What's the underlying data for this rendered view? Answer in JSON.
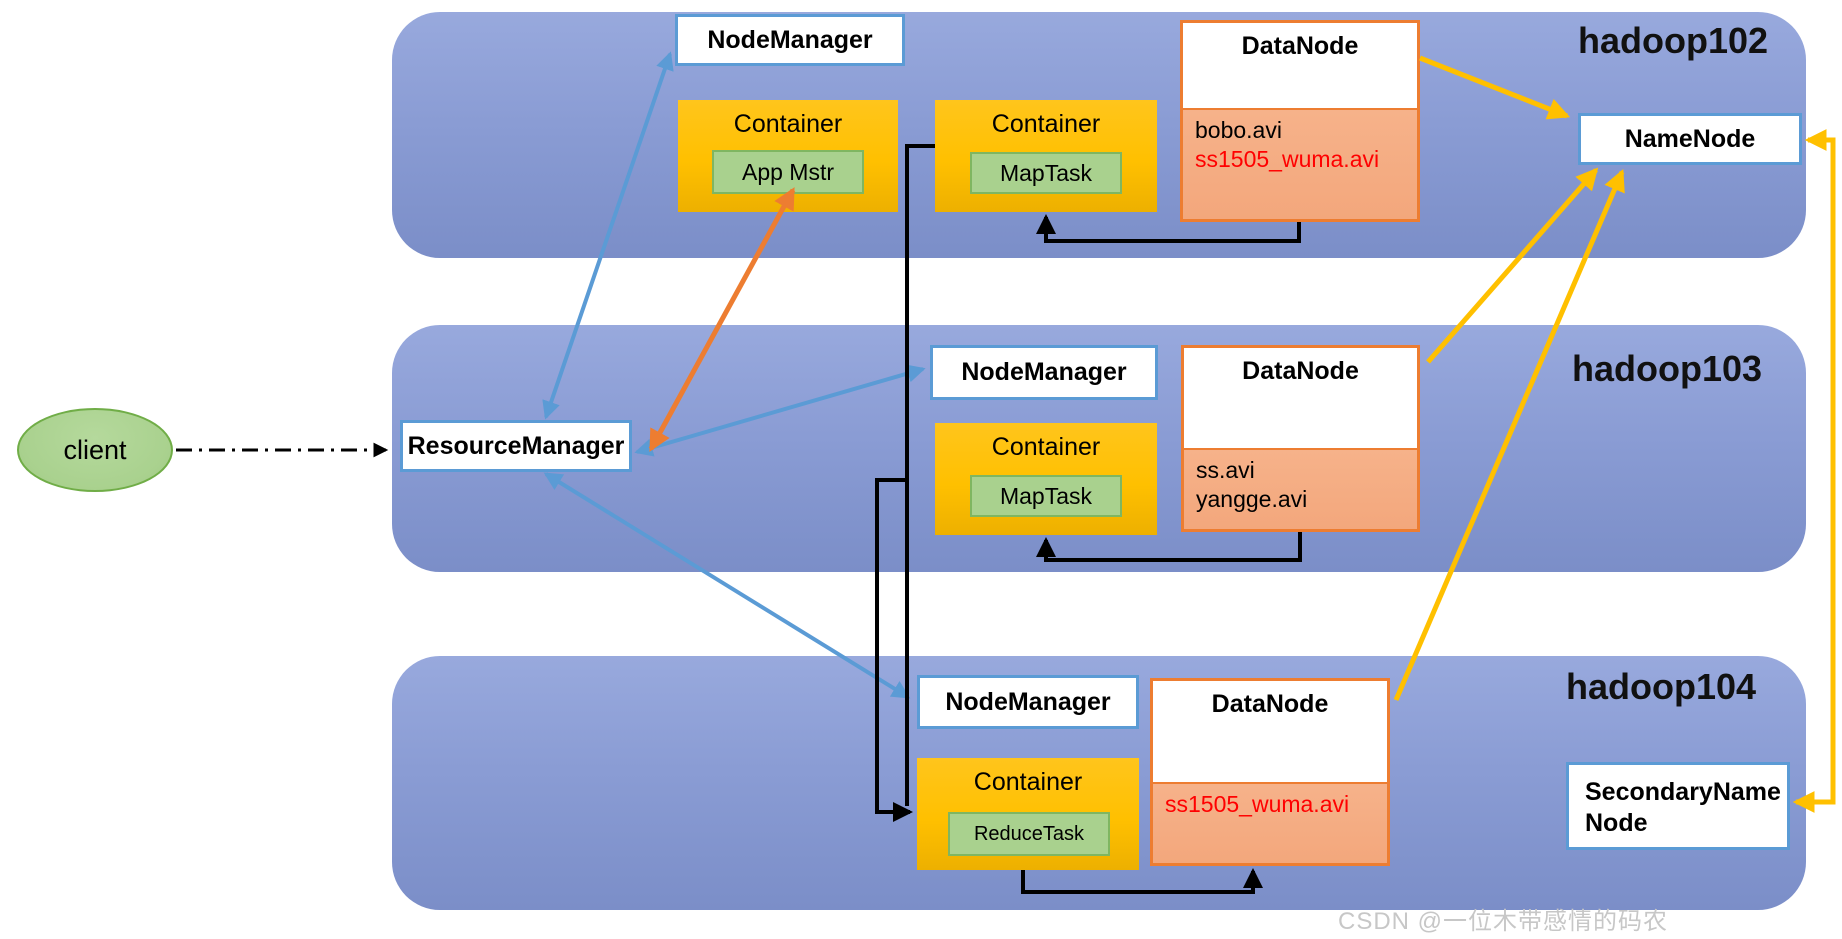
{
  "watermark": "CSDN @一位木带感情的码农",
  "client": {
    "label": "client"
  },
  "resource_manager": {
    "label": "ResourceManager"
  },
  "hadoop102": {
    "title": "hadoop102",
    "node_manager": "NodeManager",
    "app_container": {
      "label": "Container",
      "task": "App Mstr"
    },
    "map_container": {
      "label": "Container",
      "task": "MapTask"
    },
    "data_node": {
      "title": "DataNode",
      "files": [
        {
          "name": "bobo.avi",
          "color": "#000000"
        },
        {
          "name": "ss1505_wuma.avi",
          "color": "#FF0000"
        }
      ]
    },
    "name_node": "NameNode"
  },
  "hadoop103": {
    "title": "hadoop103",
    "node_manager": "NodeManager",
    "map_container": {
      "label": "Container",
      "task": "MapTask"
    },
    "data_node": {
      "title": "DataNode",
      "files": [
        {
          "name": "ss.avi",
          "color": "#000000"
        },
        {
          "name": "yangge.avi",
          "color": "#000000"
        }
      ]
    }
  },
  "hadoop104": {
    "title": "hadoop104",
    "node_manager": "NodeManager",
    "reduce_container": {
      "label": "Container",
      "task": "ReduceTask"
    },
    "data_node": {
      "title": "DataNode",
      "files": [
        {
          "name": "ss1505_wuma.avi",
          "color": "#FF0000"
        }
      ]
    },
    "secondary_name_node": "SecondaryNameNode"
  },
  "colors": {
    "band": "#8A9CD4",
    "node_border": "#5B9BD5",
    "container_fill": "#FFC000",
    "task_fill": "#A9D18E",
    "datanode_border": "#ED7D31",
    "datanode_body": "#F3A77C",
    "client_fill": "#A9D18E",
    "arrow_blue": "#5B9BD5",
    "arrow_orange": "#ED7D31",
    "arrow_yellow": "#FFC000",
    "arrow_black": "#000000",
    "file_red": "#FF0000"
  }
}
